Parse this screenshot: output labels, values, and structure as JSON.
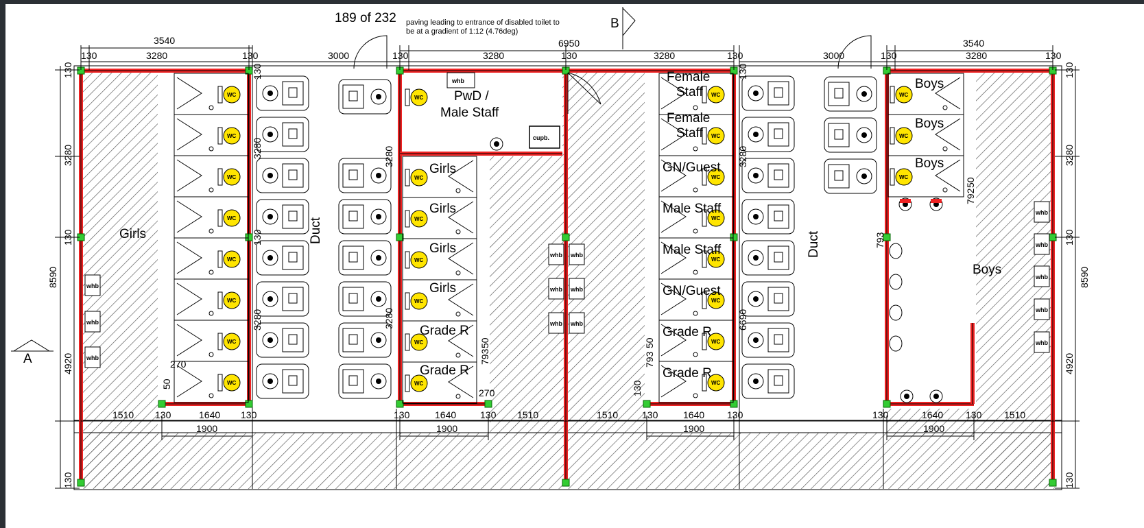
{
  "viewer": {
    "page_indicator": "189 of 232"
  },
  "note": {
    "line1": "paving leading to entrance of disabled toilet to",
    "line2": "be at a gradient of 1:12 (4.76deg)"
  },
  "section_markers": {
    "a": "A",
    "b": "B"
  },
  "fixture_labels": {
    "wc": "WC",
    "whb": "whb",
    "cupboard": "cupb."
  },
  "rooms": {
    "girls_block": "Girls",
    "boys_block": "Boys",
    "duct": "Duct",
    "pwd_line1": "PwD /",
    "pwd_line2": "Male Staff",
    "center_cubicles": [
      "Girls",
      "Girls",
      "Girls",
      "Girls",
      "Grade R",
      "Grade R"
    ],
    "right_cubicles": [
      [
        "Female",
        "Staff"
      ],
      [
        "Female",
        "Staff"
      ],
      [
        "GN/Guest"
      ],
      [
        "Male Staff"
      ],
      [
        "Male Staff"
      ],
      [
        "GN/Guest"
      ],
      [
        "Grade R"
      ],
      [
        "Grade R"
      ]
    ],
    "boys_cubicles": [
      "Boys",
      "Boys",
      "Boys"
    ]
  },
  "dimensions": {
    "top_overall": [
      "3540",
      "6950",
      "3540"
    ],
    "top_row": [
      "130",
      "3280",
      "130",
      "3000",
      "130",
      "3280",
      "130",
      "3280",
      "130",
      "3000",
      "130",
      "3280",
      "130"
    ],
    "bottom_row": [
      "1510",
      "130",
      "1640",
      "130",
      "130",
      "1640",
      "130",
      "1510",
      "1510",
      "130",
      "1640",
      "130",
      "130",
      "1640",
      "130",
      "1510"
    ],
    "bottom_spans": [
      "1900",
      "1900",
      "1900",
      "1900"
    ],
    "left_vertical": [
      "130",
      "3280",
      "130",
      "8590",
      "4920",
      "130"
    ],
    "right_vertical": [
      "130",
      "3280",
      "130",
      "8590",
      "4920",
      "130"
    ],
    "inner_vertical": [
      "3280",
      "3280",
      "3280",
      "3280",
      "3280",
      "6690",
      "793",
      "50",
      "792",
      "50",
      "793",
      "50",
      "793",
      "50",
      "270",
      "270",
      "130",
      "130",
      "130",
      "130"
    ]
  }
}
